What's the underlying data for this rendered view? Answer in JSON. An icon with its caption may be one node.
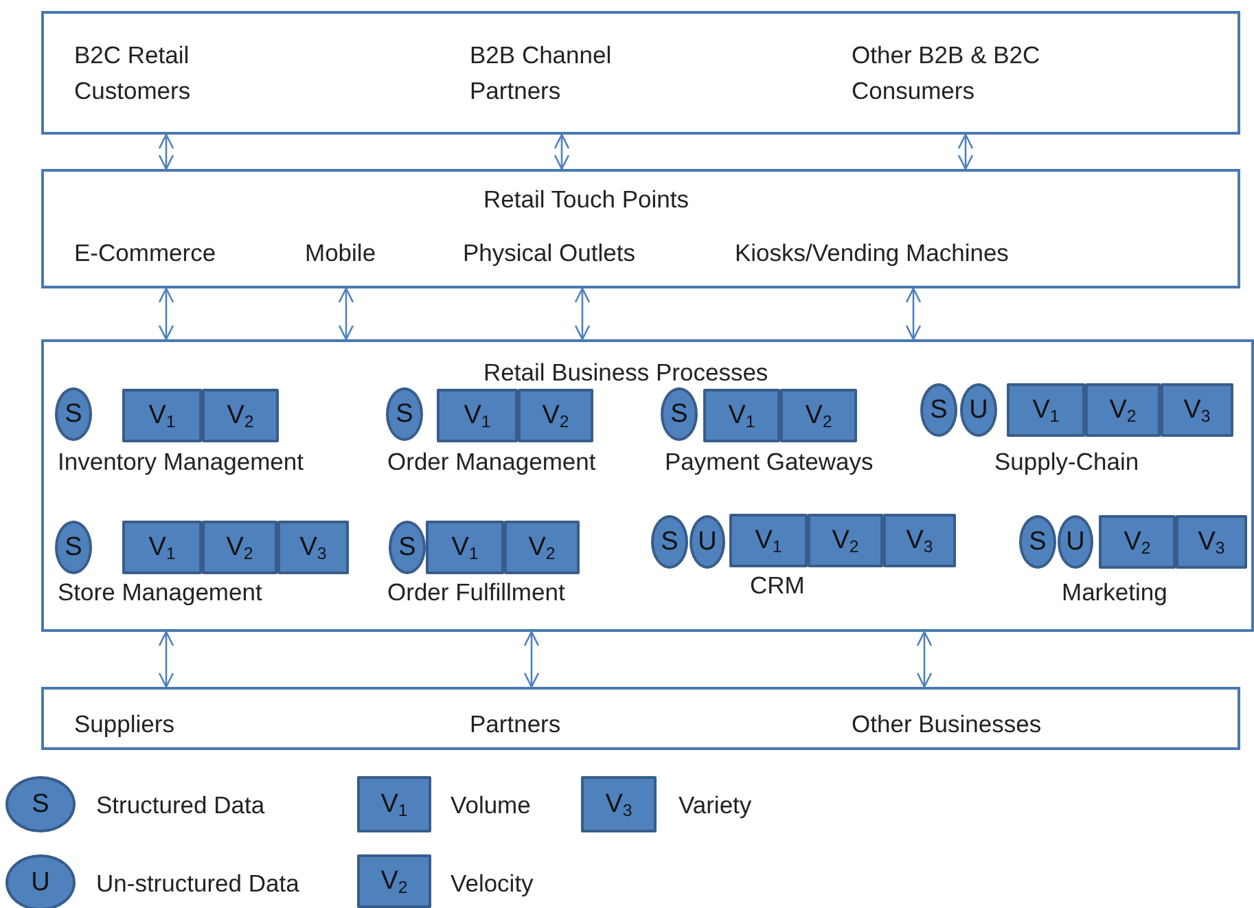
{
  "diagram": {
    "nodes": [
      {
        "text": [
          "B2C Retail Customers",
          "B2B Channel Partners",
          "Other B2B & B2C Consumers"
        ]
      },
      {
        "text": [
          "Retail Touch Points",
          "E-Commerce",
          "Mobile",
          "Physical Outlets",
          "Kiosks/Vending Machines"
        ]
      },
      {
        "text": [
          "Retail Business Processes"
        ]
      },
      {
        "text": [
          "S"
        ],
        "in": 2
      },
      {
        "text": [
          "V$_{1}$"
        ],
        "in": 2
      },
      {
        "text": [
          "V$_{2}$"
        ],
        "in": 2
      },
      {
        "text": [
          "S"
        ],
        "in": 2
      },
      {
        "text": [
          "V$_{1}$"
        ],
        "in": 2
      },
      {
        "text": [
          "V$_{2}$"
        ],
        "in": 2
      },
      {
        "text": [
          "S"
        ],
        "in": 2
      },
      {
        "text": [
          "V$_{1}$"
        ],
        "in": 2
      },
      {
        "text": [
          "V$_{2}$"
        ],
        "in": 2
      },
      {
        "text": [
          "S"
        ],
        "in": 2
      },
      {
        "text": [
          "U"
        ],
        "in": 2
      },
      {
        "text": [
          "V$_{1}$"
        ],
        "in": 2
      },
      {
        "text": [
          "V$_{2}$"
        ],
        "in": 2
      },
      {
        "text": [
          "V$_{3}$"
        ],
        "in": 2
      },
      {
        "text": [
          "S"
        ],
        "in": 2
      },
      {
        "text": [
          "V$_{1}$"
        ],
        "in": 2
      },
      {
        "text": [
          "V$_{2}$"
        ],
        "in": 2
      },
      {
        "text": [
          "V$_{3}$"
        ],
        "in": 2
      },
      {
        "text": [
          "S"
        ],
        "in": 2
      },
      {
        "text": [
          "V$_{1}$"
        ],
        "in": 2
      },
      {
        "text": [
          "V$_{2}$"
        ],
        "in": 2
      },
      {
        "text": [
          "S"
        ],
        "in": 2
      },
      {
        "text": [
          "U"
        ],
        "in": 2
      },
      {
        "text": [
          "V$_{1}$"
        ],
        "in": 2
      },
      {
        "text": [
          "V$_{2}$"
        ],
        "in": 2
      },
      {
        "text": [
          "V$_{3}$"
        ],
        "in": 2
      },
      {
        "text": [
          "S"
        ],
        "in": 2
      },
      {
        "text": [
          "U"
        ],
        "in": 2
      },
      {
        "text": [
          "V$_{2}$"
        ],
        "in": 2
      },
      {
        "text": [
          "V$_{3}$"
        ],
        "in": 2
      },
      {
        "text": [
          "Suppliers",
          "Partners",
          "Other Businesses"
        ]
      },
      {
        "text": [
          "S"
        ]
      },
      {
        "text": [
          "V$_{1}$"
        ]
      },
      {
        "text": [
          "V$_{3}$"
        ]
      },
      {
        "text": [
          "U"
        ]
      },
      {
        "text": [
          "V$_{2}$"
        ]
      }
    ],
    "edges": [
      {
        "from": 0,
        "to": 1,
        "arrow": "both"
      },
      {
        "from": 0,
        "to": 1,
        "arrow": "both"
      },
      {
        "from": 0,
        "to": 1,
        "arrow": "both"
      },
      {
        "from": 1,
        "to": 2,
        "arrow": "both"
      },
      {
        "from": 1,
        "to": 2,
        "arrow": "both"
      },
      {
        "from": 1,
        "to": 2,
        "arrow": "both"
      },
      {
        "from": 1,
        "to": 2,
        "arrow": "both"
      },
      {
        "from": 2,
        "to": 33,
        "arrow": "both"
      },
      {
        "from": 2,
        "to": 33,
        "arrow": "both"
      },
      {
        "from": 2,
        "to": 33,
        "arrow": "both"
      }
    ],
    "labels": [
      "Inventory Management",
      "Order Management",
      "Payment Gateways",
      "Supply-Chain",
      "Store Management",
      "Order Fulfillment",
      "CRM",
      "Marketing"
    ],
    "legend": [
      {
        "text": "Structured Data"
      },
      {
        "text": "Volume"
      },
      {
        "text": "Variety"
      },
      {
        "text": "Un-structured Data"
      },
      {
        "text": "Velocity"
      }
    ]
  }
}
